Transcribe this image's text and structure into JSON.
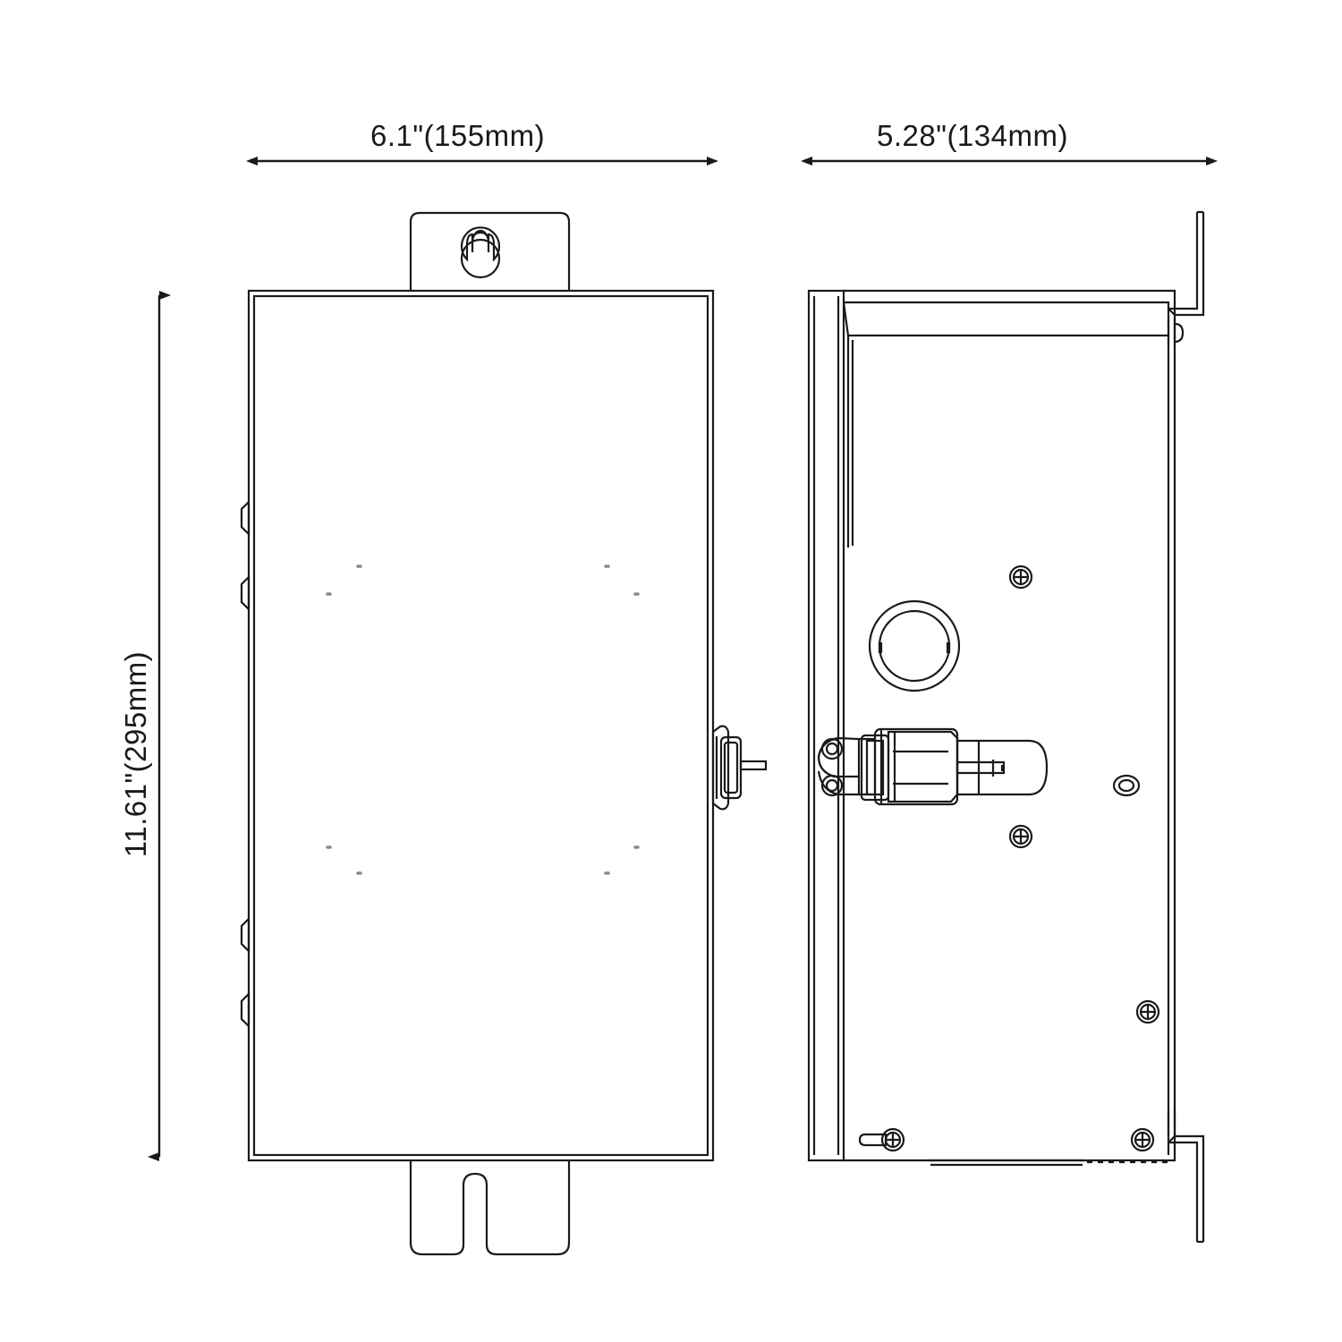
{
  "drawing": {
    "type": "technical-dimension-drawing",
    "subject": "wall-mounted enclosure box",
    "views": [
      {
        "name": "front-view",
        "position": "left"
      },
      {
        "name": "side-view",
        "position": "right"
      }
    ],
    "line_color": "#1a1a1a",
    "background_color": "#ffffff"
  },
  "dimensions": {
    "width": {
      "label": "6.1\"(155mm)",
      "inches": 6.1,
      "millimeters": 155,
      "orientation": "horizontal",
      "applies_to": "front-view"
    },
    "depth": {
      "label": "5.28\"(134mm)",
      "inches": 5.28,
      "millimeters": 134,
      "orientation": "horizontal",
      "applies_to": "side-view"
    },
    "height": {
      "label": "11.61\"(295mm)",
      "inches": 11.61,
      "millimeters": 295,
      "orientation": "vertical",
      "applies_to": "front-view"
    }
  },
  "features": {
    "front_view": {
      "top_mounting_tab": "keyhole-slot",
      "bottom_mounting_tab": "u-slot",
      "left_edge_tabs": 4,
      "right_edge_latch": "lock-latch"
    },
    "side_view": {
      "top_bracket": "l-bracket-flange",
      "bottom_bracket": "l-bracket-flange",
      "knockout_hole": "circular-conduit-knockout",
      "lock_assembly": "cylinder-latch",
      "screws": 4,
      "grommet": 1,
      "slotted_hole": 1
    }
  }
}
